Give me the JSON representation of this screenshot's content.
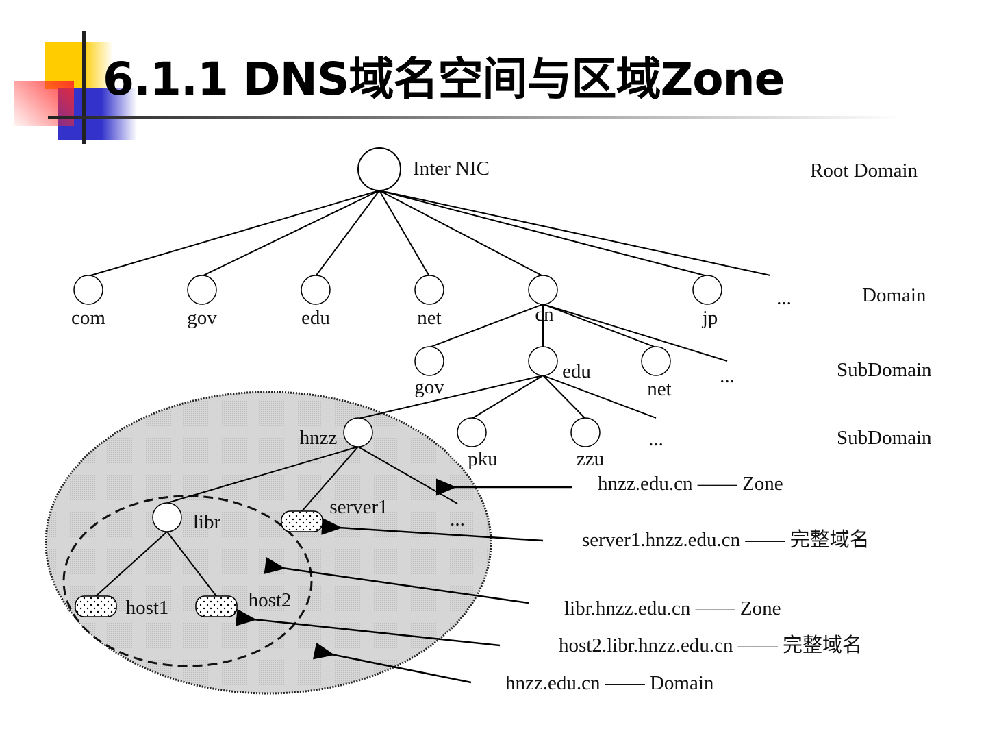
{
  "slide": {
    "title": "6.1.1  DNS域名空间与区域Zone"
  },
  "levels": {
    "root": "Root Domain",
    "domain": "Domain",
    "subdomain1": "SubDomain",
    "subdomain2": "SubDomain"
  },
  "nodes": {
    "root": "Inter NIC",
    "com": "com",
    "gov": "gov",
    "edu": "edu",
    "net": "net",
    "cn": "cn",
    "jp": "jp",
    "more1": "...",
    "cn_gov": "gov",
    "cn_edu": "edu",
    "cn_net": "net",
    "more2": "...",
    "hnzz": "hnzz",
    "pku": "pku",
    "zzu": "zzu",
    "more3": "...",
    "libr": "libr",
    "server1": "server1",
    "more4": "...",
    "host1": "host1",
    "host2": "host2"
  },
  "annotations": [
    "hnzz.edu.cn —— Zone",
    "server1.hnzz.edu.cn —— 完整域名",
    "libr.hnzz.edu.cn —— Zone",
    "host2.libr.hnzz.edu.cn —— 完整域名",
    "hnzz.edu.cn —— Domain"
  ],
  "colors": {
    "yellow": "#ffcc00",
    "blue": "#3333cc",
    "red": "#ff3333",
    "zone_fill": "#d4d4d4"
  }
}
